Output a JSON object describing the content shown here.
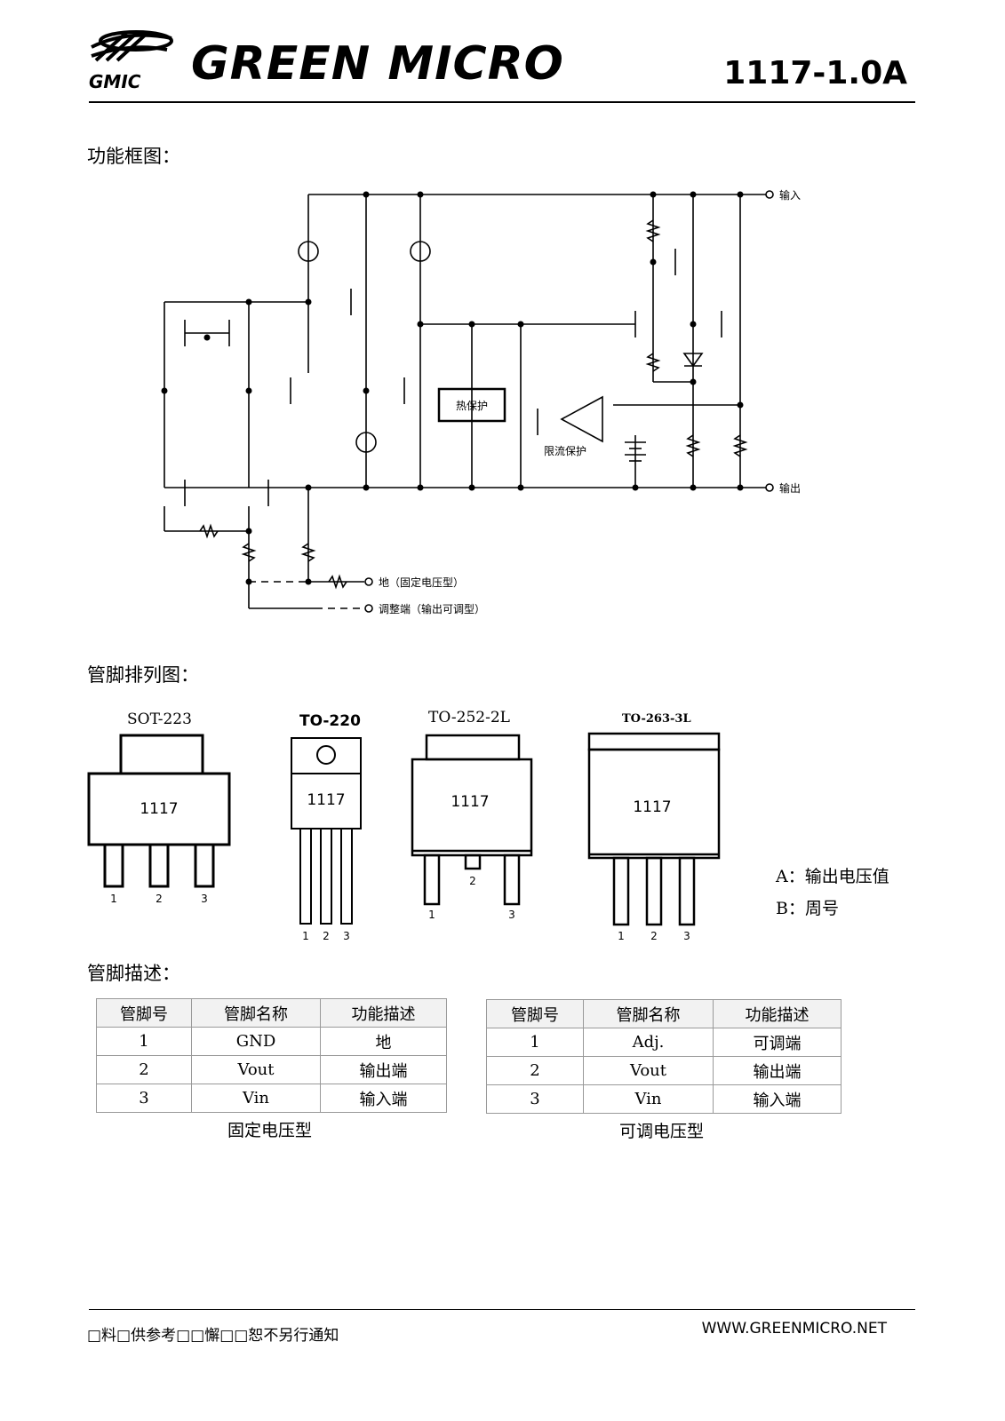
{
  "header": {
    "brand": "GREEN MICRO",
    "logo_text": "GMIC",
    "part_number": "1117-1.0A"
  },
  "sections": {
    "block_diagram": "功能框图：",
    "pinout": "管脚排列图：",
    "pin_description": "管脚描述："
  },
  "diagram": {
    "input_label": "输入",
    "output_label": "输出",
    "thermal_label": "热保护",
    "current_limit_label": "限流保护",
    "ground_label": "地（固定电压型）",
    "adjust_label": "调整端（输出可调型）"
  },
  "packages": [
    {
      "name": "SOT-223",
      "mark": "1117",
      "pins": [
        "1",
        "2",
        "3"
      ]
    },
    {
      "name": "TO-220",
      "mark": "1117",
      "pins": [
        "1",
        "2",
        "3"
      ]
    },
    {
      "name": "TO-252-2L",
      "mark": "1117",
      "pins": [
        "1",
        "2",
        "3"
      ]
    },
    {
      "name": "TO-263-3L",
      "mark": "1117",
      "pins": [
        "1",
        "2",
        "3"
      ]
    }
  ],
  "legend": {
    "a": "A：输出电压值",
    "b": "B：周号"
  },
  "tables": {
    "headers": [
      "管脚号",
      "管脚名称",
      "功能描述"
    ],
    "fixed": {
      "caption": "固定电压型",
      "rows": [
        [
          "1",
          "GND",
          "地"
        ],
        [
          "2",
          "Vout",
          "输出端"
        ],
        [
          "3",
          "Vin",
          "输入端"
        ]
      ]
    },
    "adjustable": {
      "caption": "可调电压型",
      "rows": [
        [
          "1",
          "Adj.",
          "可调端"
        ],
        [
          "2",
          "Vout",
          "输出端"
        ],
        [
          "3",
          "Vin",
          "输入端"
        ]
      ]
    }
  },
  "footer": {
    "notice": "□料□供参考□□懈□□恕不另行通知",
    "website": "WWW.GREENMICRO.NET"
  }
}
